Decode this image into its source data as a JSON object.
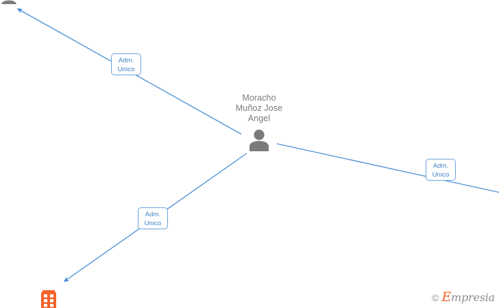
{
  "graph": {
    "background_color": "#ffffff",
    "edge_color": "#4a8fd4",
    "label_border_color": "#6aa2dd",
    "label_text_color": "#3b7fc4",
    "node_text_color": "#7b7b7b",
    "person_icon_color": "#7b7b7b",
    "company_icon_color": "#f4622a",
    "center_node": {
      "name": "Moracho\nMuñoz Jose\nAngel",
      "icon": "person-icon"
    },
    "partial_node": {
      "icon": "person-icon"
    },
    "company_node": {
      "icon": "building-icon"
    },
    "edge_labels": [
      {
        "text": "Adm.\nUnico"
      },
      {
        "text": "Adm.\nUnico"
      },
      {
        "text": "Adm.\nUnico"
      }
    ]
  },
  "watermark": {
    "copyright": "©",
    "brand_initial": "E",
    "brand_rest": "mpresia"
  }
}
